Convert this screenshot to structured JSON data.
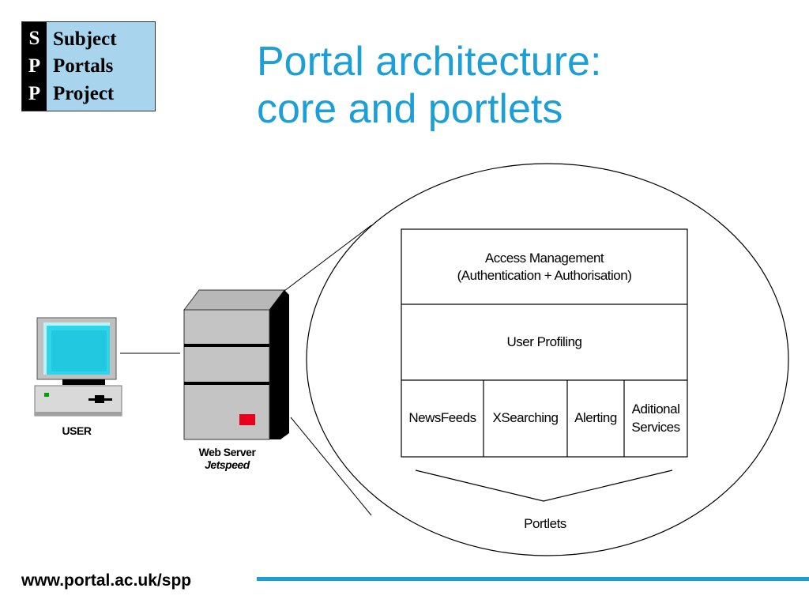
{
  "logo": {
    "letters": [
      "S",
      "P",
      "P"
    ],
    "words": [
      "Subject",
      "Portals",
      "Project"
    ]
  },
  "title": {
    "line1": "Portal architecture:",
    "line2": "core and portlets"
  },
  "diagram": {
    "user_label": "USER",
    "server_label": "Web Server",
    "server_sublabel": "Jetspeed",
    "access_management_line1": "Access Management",
    "access_management_line2": "(Authentication + Authorisation)",
    "user_profiling": "User Profiling",
    "portlets": [
      "NewsFeeds",
      "XSearching",
      "Alerting",
      "Aditional",
      "Services"
    ],
    "portlets_label": "Portlets"
  },
  "footer": {
    "url": "www.portal.ac.uk/spp"
  },
  "colors": {
    "title": "#1b9fd6",
    "logo_background": "#a8d4ee",
    "footer_rule": "#1b9fd6",
    "server_indicator": "#e8001c"
  }
}
